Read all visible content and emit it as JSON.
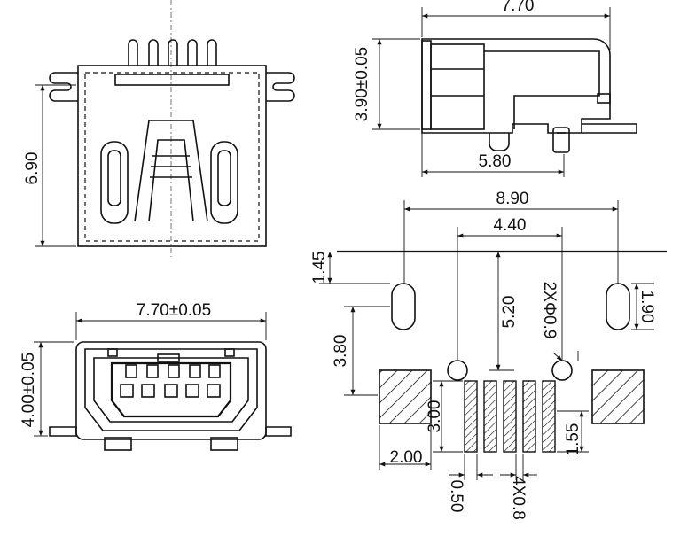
{
  "colors": {
    "ink": "#111111",
    "paper": "#ffffff"
  },
  "top_view": {
    "height_label": "6.90"
  },
  "front_view": {
    "width_label": "7.70±0.05",
    "height_label": "4.00±0.05"
  },
  "side_view": {
    "length_label": "7.70",
    "height_label": "3.90±0.05",
    "base_label": "5.80"
  },
  "footprint": {
    "overall_width_label": "8.90",
    "hole_spacing_label": "4.40",
    "edge_offset_label": "1.45",
    "slot_height_label": "1.90",
    "hole_label": "2XΦ0.9",
    "slot_to_pad_label": "3.80",
    "hole_to_edge_label": "5.20",
    "pad_height_label": "3.00",
    "pad_width_label": "2.00",
    "pin_width_label": "0.50",
    "pin_pitch_label": "4X0.8",
    "pin_length_label": "1.55"
  }
}
